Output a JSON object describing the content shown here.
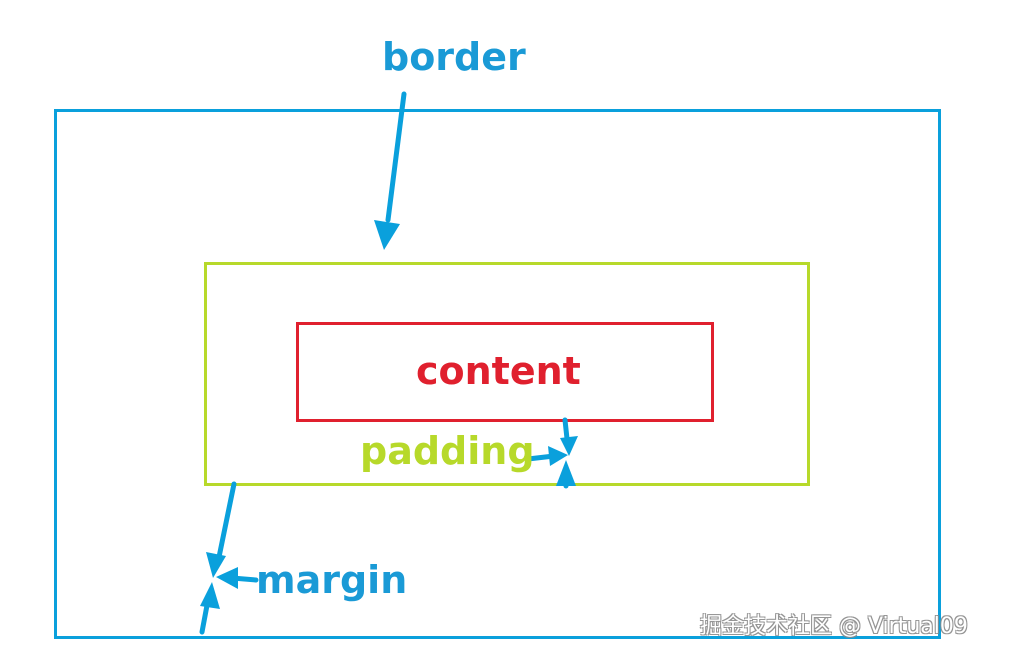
{
  "labels": {
    "border": "border",
    "content": "content",
    "padding": "padding",
    "margin": "margin",
    "watermark": "掘金技术社区 @ Virtual09"
  },
  "colors": {
    "border_blue": "#0aa0dc",
    "padding_green": "#b7d92a",
    "content_red": "#e0202e",
    "arrow_blue": "#0aa0dc"
  }
}
